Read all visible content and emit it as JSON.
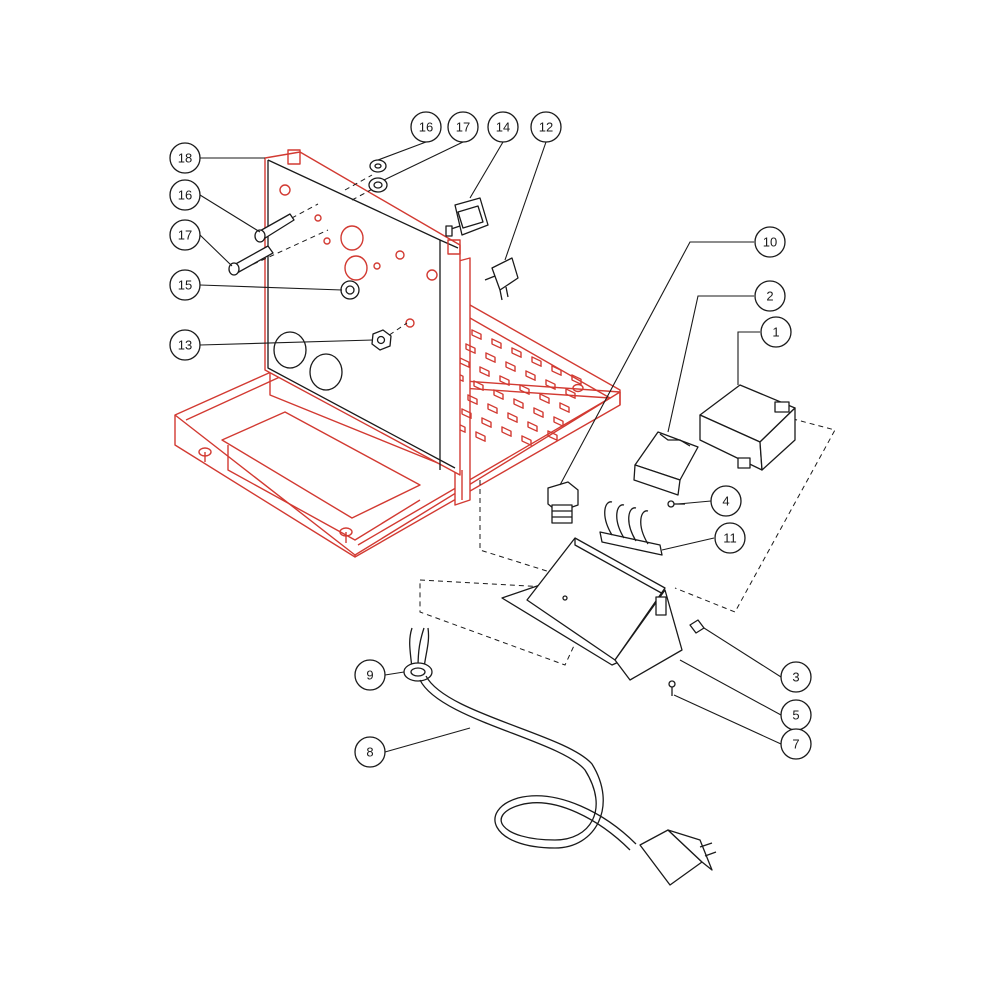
{
  "callouts": {
    "c1": "1",
    "c2": "2",
    "c3": "3",
    "c4": "4",
    "c5": "5",
    "c7": "7",
    "c8": "8",
    "c9": "9",
    "c10": "10",
    "c11": "11",
    "c12": "12",
    "c13": "13",
    "c14": "14",
    "c15": "15",
    "c16a": "16",
    "c16b": "16",
    "c17a": "17",
    "c17b": "17",
    "c18": "18"
  },
  "colors": {
    "frame_highlight": "#d23a32",
    "line_art": "#1a1a1a",
    "background": "#ffffff"
  }
}
